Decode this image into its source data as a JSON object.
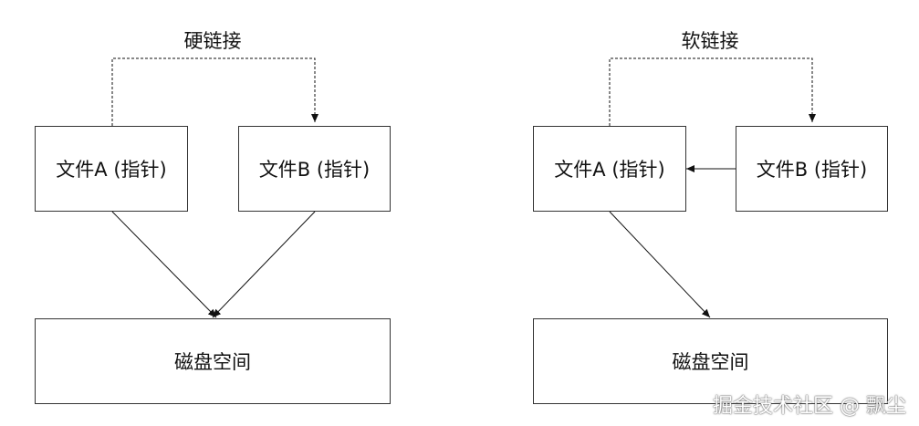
{
  "hard_link": {
    "title": "硬链接",
    "file_a": "文件A (指针)",
    "file_b": "文件B (指针)",
    "disk": "磁盘空间"
  },
  "soft_link": {
    "title": "软链接",
    "file_a": "文件A (指针)",
    "file_b": "文件B (指针)",
    "disk": "磁盘空间"
  },
  "watermark": "掘金技术社区 @ 飘尘"
}
